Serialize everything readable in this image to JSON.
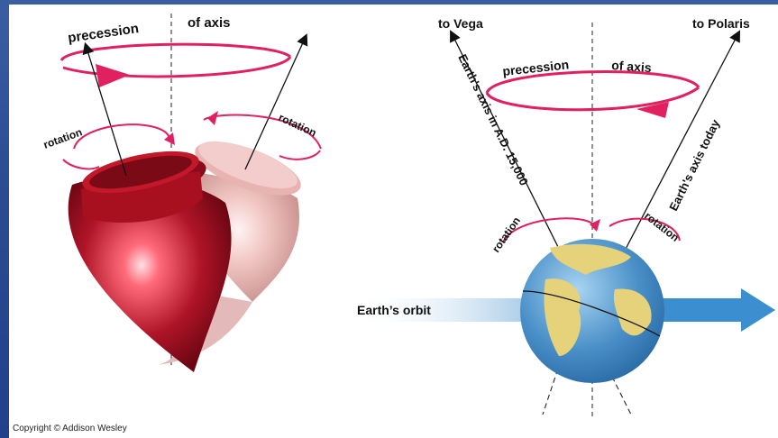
{
  "left_diagram": {
    "precession_label": "precession",
    "of_axis_label": "of axis",
    "rotation_left": "rotation",
    "rotation_right": "rotation"
  },
  "right_diagram": {
    "to_vega": "to Vega",
    "to_polaris": "to Polaris",
    "precession_label": "precession",
    "of_axis_label": "of axis",
    "axis_future": "Earth's axis in A.D. 15,000",
    "axis_today": "Earth's axis today",
    "rotation_left": "rotation",
    "rotation_right": "rotation",
    "orbit_label": "Earth’s orbit"
  },
  "copyright": "Copyright © Addison Wesley",
  "colors": {
    "accent_magenta": "#e0205f",
    "top_dark": "#a01020",
    "top_ghost": "#e6a8a8",
    "ocean": "#4a90c8",
    "land": "#e6d27a",
    "orbit_arrow": "#3b8fd0",
    "background": "#2c4c93"
  }
}
